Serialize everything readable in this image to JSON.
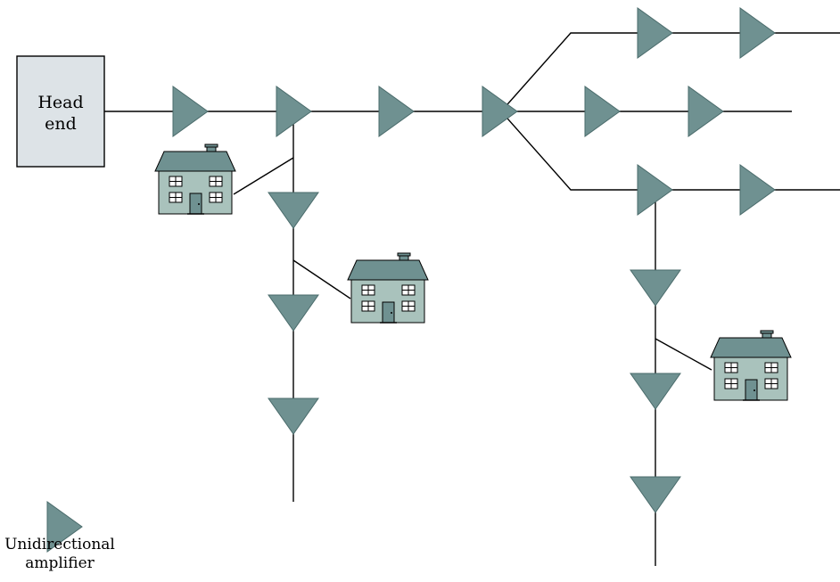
{
  "head_end": {
    "line1": "Head",
    "line2": "end"
  },
  "legend": {
    "symbol": "amplifier-triangle",
    "label_line1": "Unidirectional",
    "label_line2": "amplifier"
  },
  "colors": {
    "amplifier_fill": "#6f9191",
    "amplifier_stroke": "#4a6b6b",
    "house_wall": "#a9c2bc",
    "house_roof": "#6f9191",
    "head_end_fill": "#dde3e7",
    "wire": "#000000"
  }
}
